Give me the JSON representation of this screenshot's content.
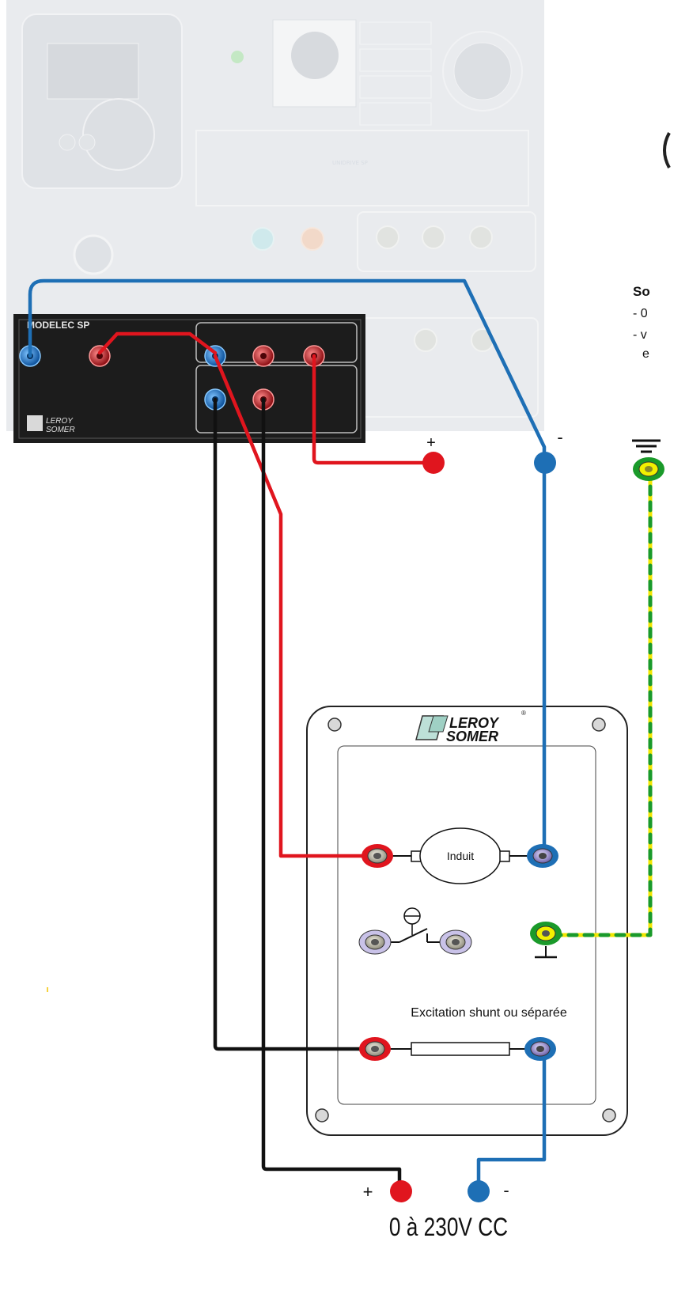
{
  "drive_panel": {
    "module_title": "MODELEC SP",
    "unidrive_label": "UNIDRIVE SP",
    "brand_line1": "LEROY",
    "brand_line2": "SOMER"
  },
  "terminal_box": {
    "brand_line1": "LEROY",
    "brand_line2": "SOMER",
    "armature_label": "Induit",
    "field_label": "Excitation shunt ou séparée"
  },
  "right_notes": {
    "heading_fragment": "So",
    "line1_fragment": "- 0",
    "line2_fragment": "- v",
    "line3_fragment": "e"
  },
  "top_supply": {
    "plus": "+",
    "minus": "-"
  },
  "bottom_supply": {
    "plus": "+",
    "minus": "-",
    "voltage": "0 à 230V CC"
  },
  "colors": {
    "red_wire": "#e0151e",
    "blue_wire": "#1e6fb5",
    "black_wire": "#111111",
    "earth_green": "#1a9a2a",
    "earth_yellow": "#f2e600",
    "panel_dark": "#1c1c1c",
    "panel_faded": "#e9ebee"
  }
}
